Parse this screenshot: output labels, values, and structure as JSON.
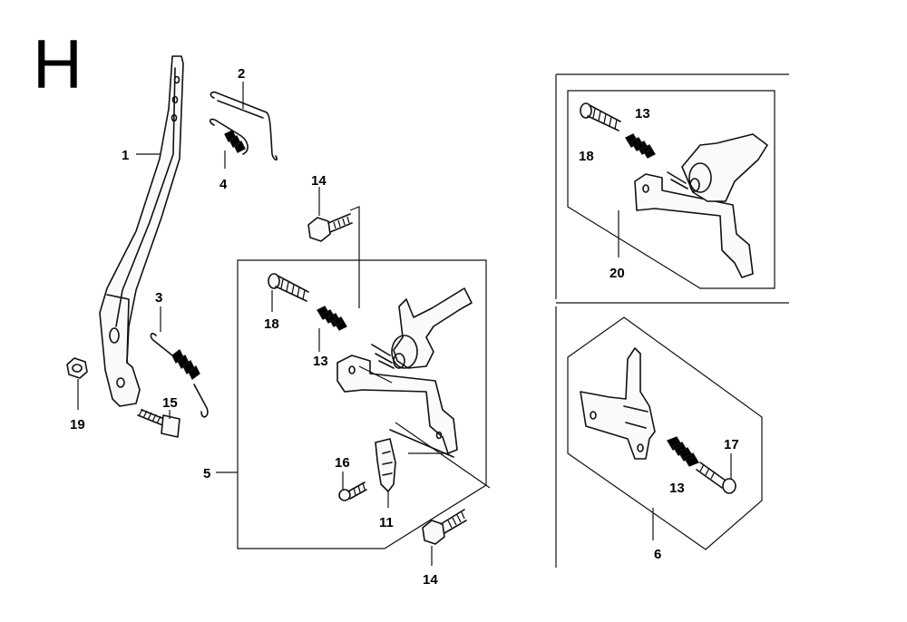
{
  "diagram": {
    "section_letter": "H",
    "callouts": [
      {
        "id": "c1",
        "label": "1"
      },
      {
        "id": "c2",
        "label": "2"
      },
      {
        "id": "c3",
        "label": "3"
      },
      {
        "id": "c4",
        "label": "4"
      },
      {
        "id": "c5",
        "label": "5"
      },
      {
        "id": "c6",
        "label": "6"
      },
      {
        "id": "c11",
        "label": "11"
      },
      {
        "id": "c13a",
        "label": "13"
      },
      {
        "id": "c13b",
        "label": "13"
      },
      {
        "id": "c13c",
        "label": "13"
      },
      {
        "id": "c14a",
        "label": "14"
      },
      {
        "id": "c14b",
        "label": "14"
      },
      {
        "id": "c15",
        "label": "15"
      },
      {
        "id": "c16",
        "label": "16"
      },
      {
        "id": "c17",
        "label": "17"
      },
      {
        "id": "c18a",
        "label": "18"
      },
      {
        "id": "c18b",
        "label": "18"
      },
      {
        "id": "c19",
        "label": "19"
      },
      {
        "id": "c20",
        "label": "20"
      }
    ]
  }
}
